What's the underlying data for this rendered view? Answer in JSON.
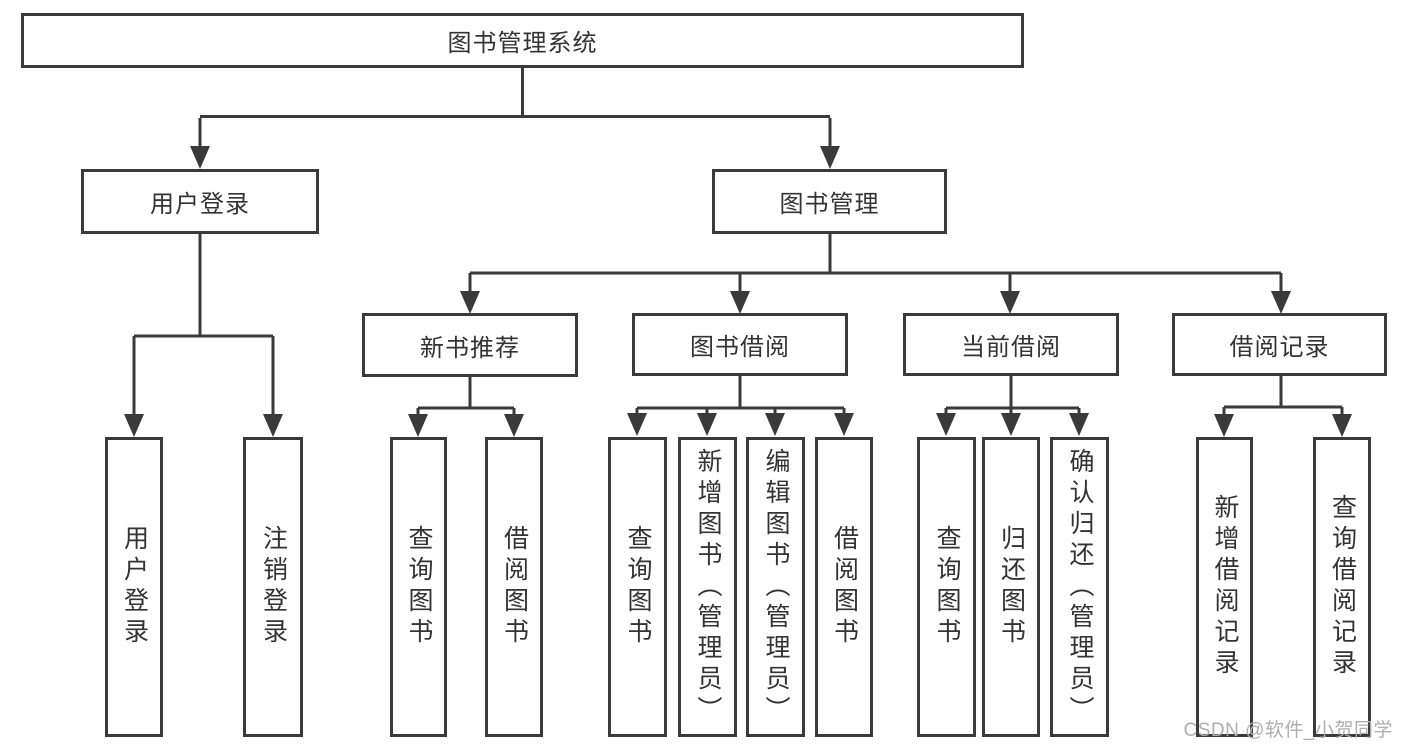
{
  "diagram_title": "图书管理系统",
  "nodes": {
    "root": {
      "label": "图书管理系统"
    },
    "user_login": {
      "label": "用户登录"
    },
    "book_mgmt": {
      "label": "图书管理"
    },
    "new_book_rec": {
      "label": "新书推荐"
    },
    "book_borrow": {
      "label": "图书借阅"
    },
    "current_borrow": {
      "label": "当前借阅"
    },
    "borrow_records": {
      "label": "借阅记录"
    },
    "leaf_user_login": {
      "label": "用户登录"
    },
    "leaf_logout": {
      "label": "注销登录"
    },
    "leaf_query_book_1": {
      "label": "查询图书"
    },
    "leaf_borrow_book_1": {
      "label": "借阅图书"
    },
    "leaf_query_book_2": {
      "label": "查询图书"
    },
    "leaf_add_book": {
      "label": "新增图书（管理员）"
    },
    "leaf_edit_book": {
      "label": "编辑图书（管理员）"
    },
    "leaf_borrow_book_2": {
      "label": "借阅图书"
    },
    "leaf_query_book_3": {
      "label": "查询图书"
    },
    "leaf_return_book": {
      "label": "归还图书"
    },
    "leaf_confirm_return": {
      "label": "确认归还（管理员）"
    },
    "leaf_add_record": {
      "label": "新增借阅记录"
    },
    "leaf_query_record": {
      "label": "查询借阅记录"
    }
  },
  "hierarchy": {
    "root": "图书管理系统",
    "children": [
      {
        "label": "用户登录",
        "children": [
          "用户登录",
          "注销登录"
        ]
      },
      {
        "label": "图书管理",
        "children": [
          {
            "label": "新书推荐",
            "children": [
              "查询图书",
              "借阅图书"
            ]
          },
          {
            "label": "图书借阅",
            "children": [
              "查询图书",
              "新增图书（管理员）",
              "编辑图书（管理员）",
              "借阅图书"
            ]
          },
          {
            "label": "当前借阅",
            "children": [
              "查询图书",
              "归还图书",
              "确认归还（管理员）"
            ]
          },
          {
            "label": "借阅记录",
            "children": [
              "新增借阅记录",
              "查询借阅记录"
            ]
          }
        ]
      }
    ]
  },
  "watermark": "CSDN @软件_小贺同学",
  "colors": {
    "line": "#3a3a3a",
    "text": "#333333",
    "watermark": "#aeaeae",
    "background": "#ffffff"
  }
}
